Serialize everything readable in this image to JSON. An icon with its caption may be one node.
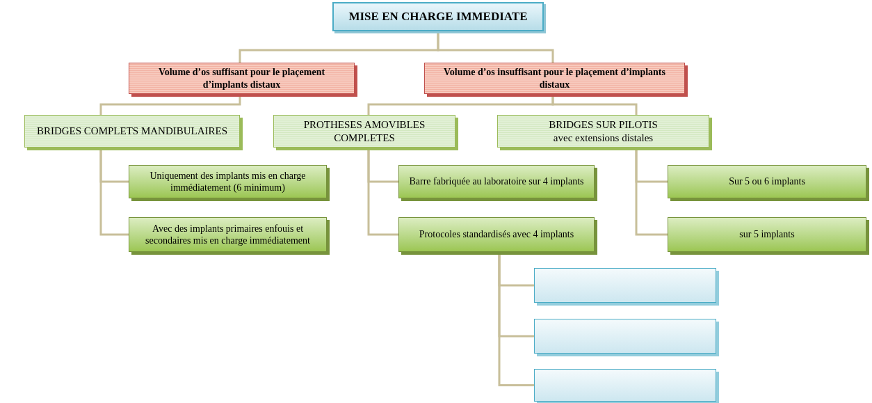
{
  "diagram": {
    "nodes": [
      {
        "text": [
          "MISE EN CHARGE IMMEDIATE"
        ]
      },
      {
        "text": [
          "Volume d’os suffisant pour le plaçement d’implants distaux"
        ]
      },
      {
        "text": [
          "Volume d’os insuffisant pour le plaçement d’implants distaux"
        ]
      },
      {
        "text": [
          "BRIDGES COMPLETS MANDIBULAIRES"
        ]
      },
      {
        "text": [
          "PROTHESES AMOVIBLES COMPLETES"
        ]
      },
      {
        "text": [
          "BRIDGES SUR PILOTIS",
          "avec extensions distales"
        ]
      },
      {
        "text": [
          "Uniquement des implants mis en charge immédiatement (6 minimum)"
        ]
      },
      {
        "text": [
          "Avec des implants primaires enfouis et secondaires mis en charge immédiatement"
        ]
      },
      {
        "text": [
          "Barre fabriquée au laboratoire sur 4 implants"
        ]
      },
      {
        "text": [
          "Protocoles standardisés avec 4 implants"
        ]
      },
      {
        "text": [
          "Sur 5 ou 6 implants"
        ]
      },
      {
        "text": [
          "sur 5 implants"
        ]
      },
      {
        "text": [],
        "shape": "box"
      },
      {
        "text": [],
        "shape": "box"
      },
      {
        "text": [],
        "shape": "box"
      }
    ],
    "edges": [
      {
        "from": 0,
        "to": 1,
        "arrow": "none"
      },
      {
        "from": 0,
        "to": 2,
        "arrow": "none"
      },
      {
        "from": 1,
        "to": 3,
        "arrow": "none"
      },
      {
        "from": 2,
        "to": 4,
        "arrow": "none"
      },
      {
        "from": 2,
        "to": 5,
        "arrow": "none"
      },
      {
        "from": 3,
        "to": 6,
        "arrow": "none"
      },
      {
        "from": 3,
        "to": 7,
        "arrow": "none"
      },
      {
        "from": 4,
        "to": 8,
        "arrow": "none"
      },
      {
        "from": 4,
        "to": 9,
        "arrow": "none"
      },
      {
        "from": 5,
        "to": 10,
        "arrow": "none"
      },
      {
        "from": 5,
        "to": 11,
        "arrow": "none"
      },
      {
        "from": 9,
        "to": 12,
        "arrow": "none"
      },
      {
        "from": 9,
        "to": 13,
        "arrow": "none"
      },
      {
        "from": 9,
        "to": 14,
        "arrow": "none"
      }
    ]
  }
}
